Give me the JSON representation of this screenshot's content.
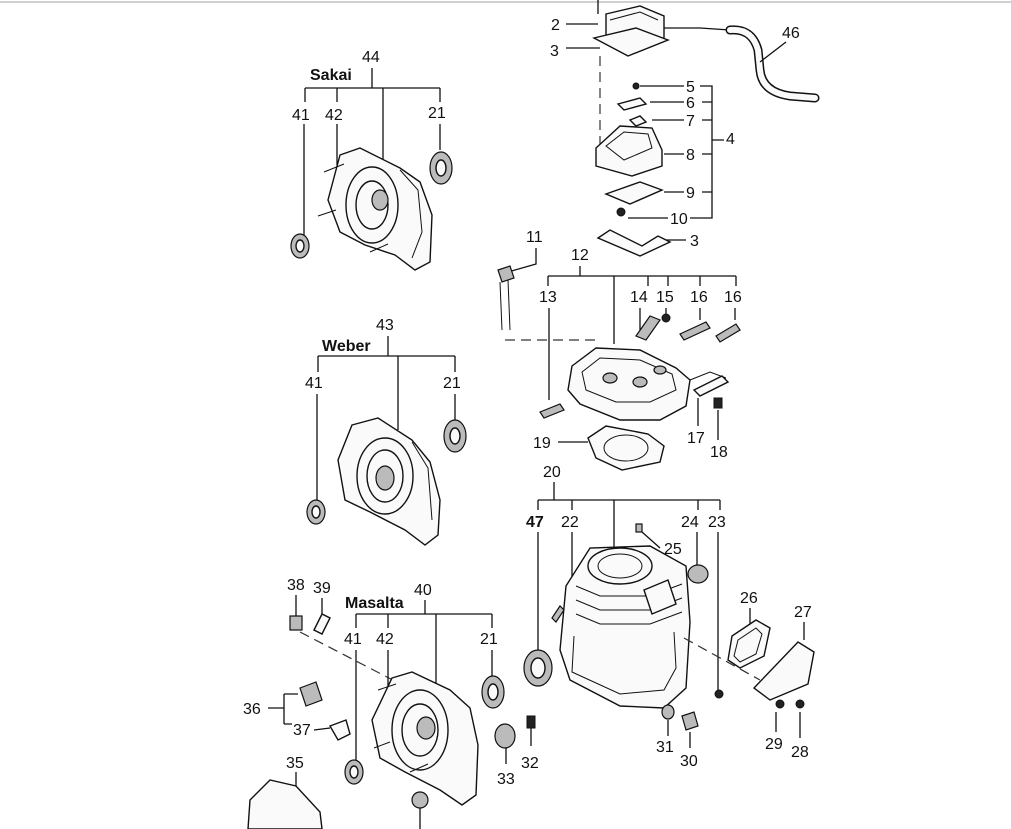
{
  "brands": {
    "sakai": "Sakai",
    "weber": "Weber",
    "masalta": "Masalta"
  },
  "callouts": {
    "c2": "2",
    "c3a": "3",
    "c3b": "3",
    "c4": "4",
    "c5": "5",
    "c6": "6",
    "c7": "7",
    "c8": "8",
    "c9": "9",
    "c10": "10",
    "c11": "11",
    "c12": "12",
    "c13": "13",
    "c14": "14",
    "c15": "15",
    "c16a": "16",
    "c16b": "16",
    "c17": "17",
    "c18": "18",
    "c19": "19",
    "c20": "20",
    "c21a": "21",
    "c21b": "21",
    "c21c": "21",
    "c22": "22",
    "c23": "23",
    "c24": "24",
    "c25": "25",
    "c26": "26",
    "c27": "27",
    "c28": "28",
    "c29": "29",
    "c30": "30",
    "c31": "31",
    "c32": "32",
    "c33": "33",
    "c35": "35",
    "c36": "36",
    "c37": "37",
    "c38": "38",
    "c39": "39",
    "c40": "40",
    "c41a": "41",
    "c41b": "41",
    "c41c": "41",
    "c42a": "42",
    "c42b": "42",
    "c43": "43",
    "c44": "44",
    "c46": "46",
    "c47": "47"
  }
}
